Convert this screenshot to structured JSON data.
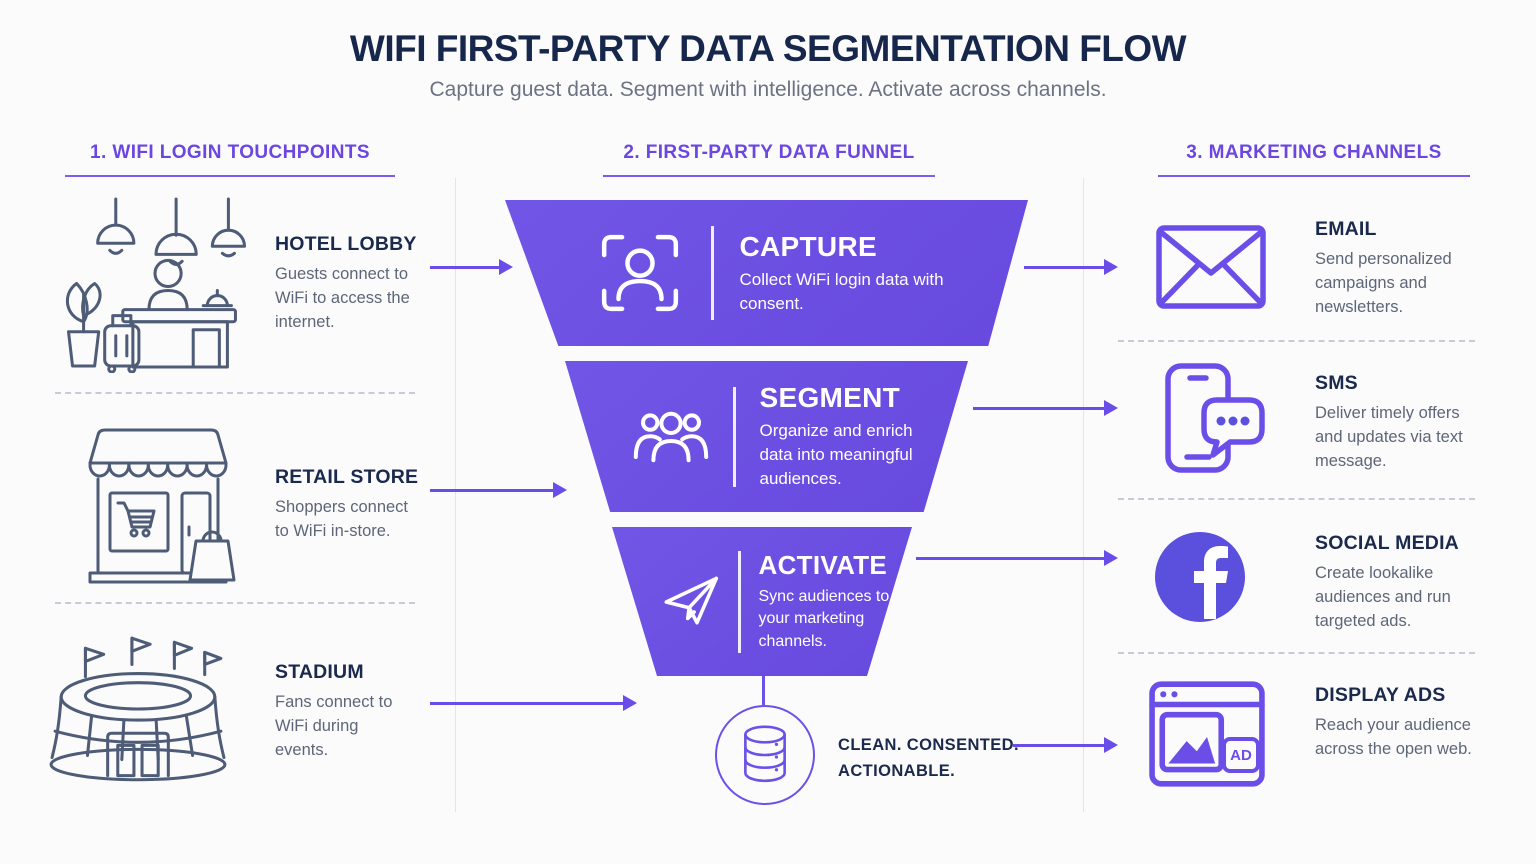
{
  "header": {
    "title": "WIFI FIRST-PARTY DATA SEGMENTATION FLOW",
    "subtitle": "Capture guest data. Segment with intelligence. Activate across channels."
  },
  "colors": {
    "accent_purple": "#6b4ee8",
    "funnel_purple": "#6c4fe0",
    "facebook_purple": "#5b50de",
    "heading_navy": "#16274b",
    "body_gray": "#5d6678"
  },
  "touchpoints": {
    "heading": "1. WIFI LOGIN TOUCHPOINTS",
    "items": [
      {
        "icon": "hotel-reception-icon",
        "title": "HOTEL LOBBY",
        "description": "Guests connect to WiFi to access the internet."
      },
      {
        "icon": "retail-storefront-icon",
        "title": "RETAIL STORE",
        "description": "Shoppers connect to WiFi in-store."
      },
      {
        "icon": "stadium-icon",
        "title": "STADIUM",
        "description": "Fans connect to WiFi during events."
      }
    ]
  },
  "funnel": {
    "heading": "2. FIRST-PARTY DATA FUNNEL",
    "stages": [
      {
        "icon": "user-capture-icon",
        "title": "CAPTURE",
        "description": "Collect WiFi login data with consent."
      },
      {
        "icon": "audience-group-icon",
        "title": "SEGMENT",
        "description": "Organize and enrich data into meaningful audiences."
      },
      {
        "icon": "paper-plane-icon",
        "title": "ACTIVATE",
        "description": "Sync audiences to your marketing channels."
      }
    ],
    "output": {
      "icon": "database-icon",
      "label_line1": "CLEAN. CONSENTED.",
      "label_line2": "ACTIONABLE."
    }
  },
  "channels": {
    "heading": "3. MARKETING CHANNELS",
    "items": [
      {
        "icon": "email-envelope-icon",
        "title": "EMAIL",
        "description": "Send personalized campaigns and newsletters."
      },
      {
        "icon": "sms-phone-icon",
        "title": "SMS",
        "description": "Deliver timely offers and updates via text message."
      },
      {
        "icon": "facebook-icon",
        "title": "SOCIAL MEDIA",
        "description": "Create lookalike audiences and run targeted ads."
      },
      {
        "icon": "display-ad-icon",
        "title": "DISPLAY ADS",
        "description": "Reach your audience across the open web.",
        "ad_badge": "AD"
      }
    ]
  }
}
